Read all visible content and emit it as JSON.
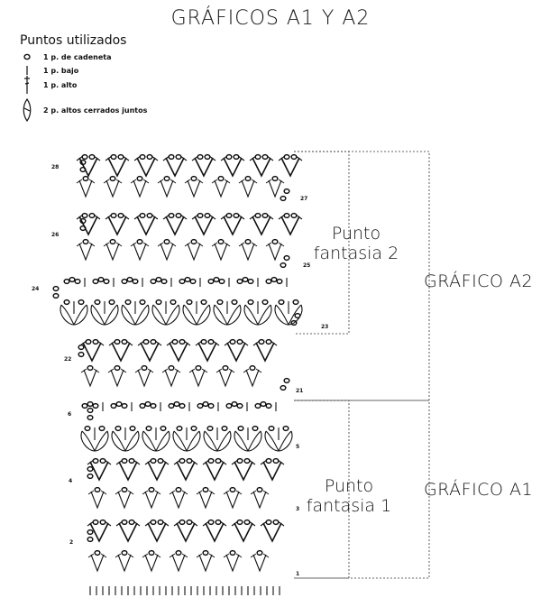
{
  "title": "GRÁFICOS A1 Y A2",
  "legend": {
    "title": "Puntos utilizados",
    "items": [
      {
        "icon": "chain-stitch-icon",
        "label": "1 p. de cadeneta"
      },
      {
        "icon": "single-crochet-icon",
        "label": "1 p. bajo"
      },
      {
        "icon": "double-crochet-icon",
        "label": "1 p. alto"
      },
      {
        "icon": "dc2tog-icon",
        "label": "2 p. altos cerrados juntos"
      }
    ]
  },
  "sections": {
    "punto_fantasia_2": [
      "Punto",
      "fantasia 2"
    ],
    "punto_fantasia_1": [
      "Punto",
      "fantasia 1"
    ],
    "grafico_a2": "GRÁFICO A2",
    "grafico_a1": "GRÁFICO A1"
  },
  "row_numbers": {
    "left": [
      "28",
      "26",
      "24",
      "22",
      "6",
      "4",
      "2"
    ],
    "right": [
      "27",
      "25",
      "23",
      "21",
      "5",
      "3",
      "1"
    ]
  }
}
